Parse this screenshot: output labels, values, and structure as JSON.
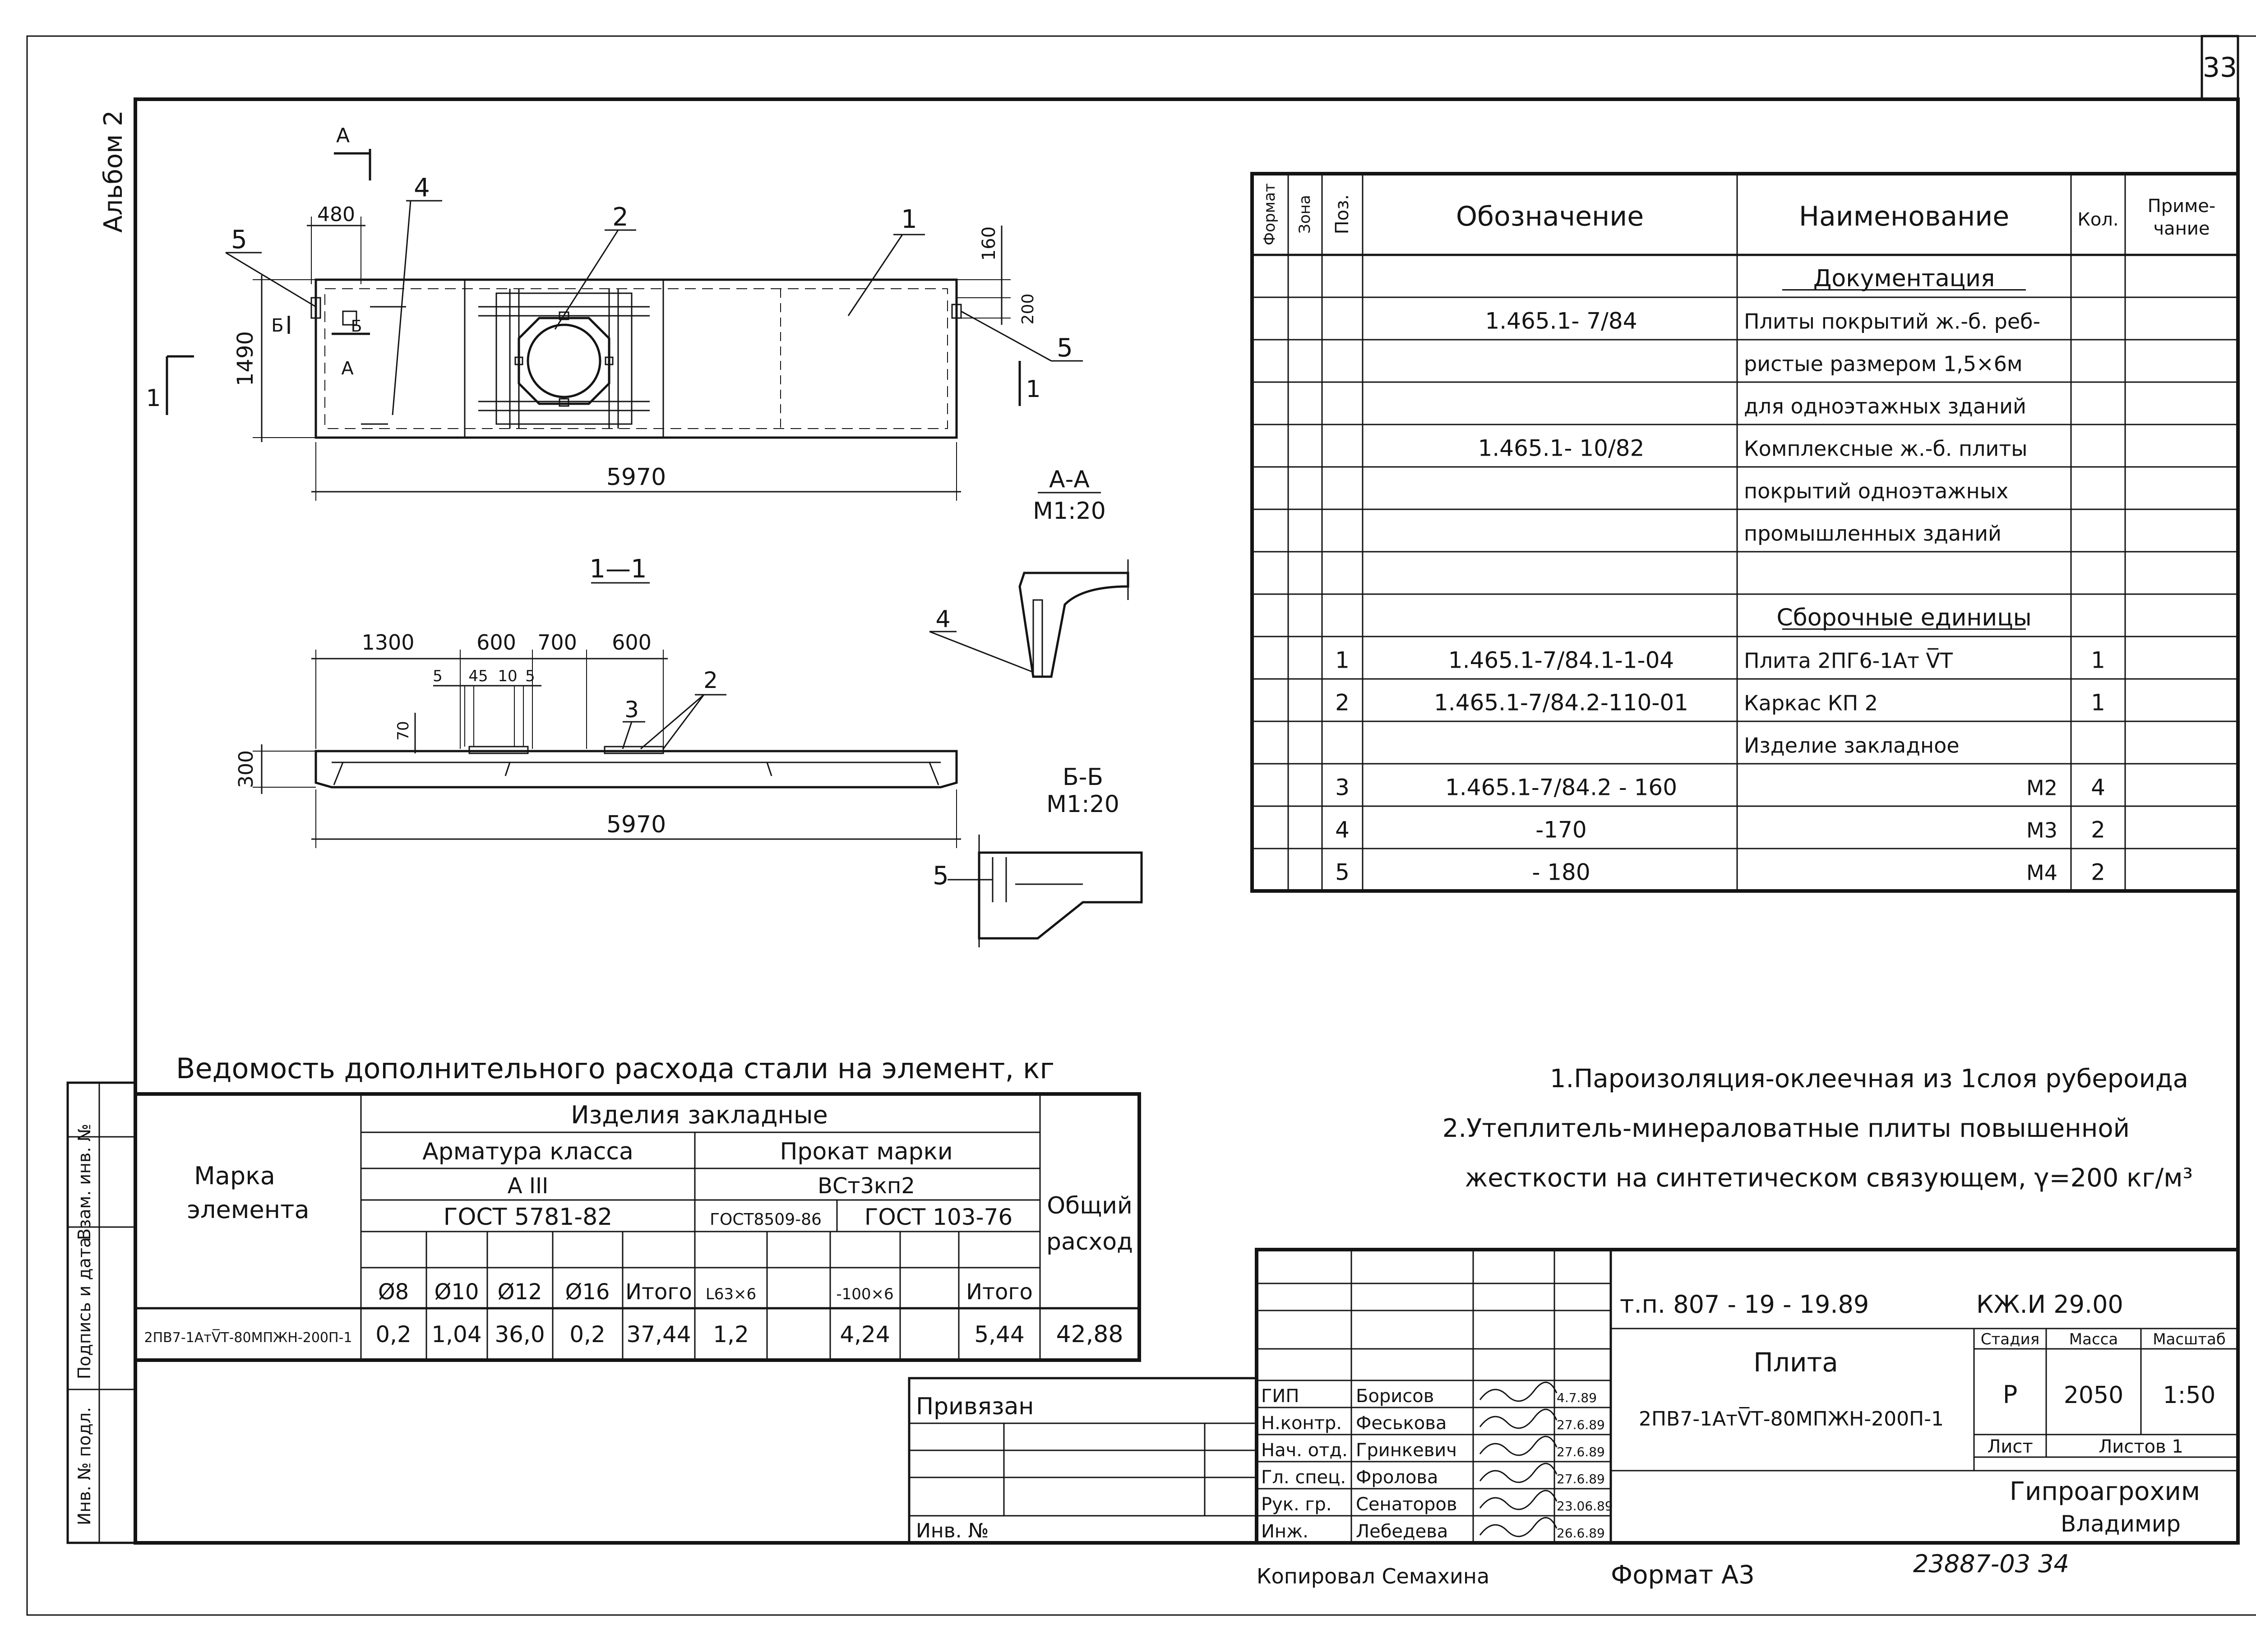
{
  "sheet": {
    "number": "33",
    "album": "Альбом 2",
    "side_stamp": [
      "Инв. № подл.",
      "Подпись и дата",
      "Взам. инв. №"
    ]
  },
  "drawings": {
    "plan": {
      "dim_480": "480",
      "dim_1490": "1490",
      "dim_160": "160",
      "dim_200": "200",
      "dim_5970": "5970",
      "pos_1": "1",
      "pos_2": "2",
      "pos_4": "4",
      "pos_5a": "5",
      "pos_5b": "5",
      "cut_a_top": "А",
      "cut_a_bottom": "А",
      "cut_b": "Б",
      "cut_b2": "Б",
      "cut_1_left": "1",
      "cut_1_right": "1"
    },
    "section_1_1": {
      "title": "1—1",
      "dim_1300": "1300",
      "dim_600a": "600",
      "dim_700": "700",
      "dim_600b": "600",
      "dim_5a": "5",
      "dim_45": "45",
      "dim_10": "10",
      "dim_5b": "5",
      "dim_70": "70",
      "dim_300": "300",
      "dim_5970": "5970",
      "pos_2": "2",
      "pos_3": "3"
    },
    "section_a_a": {
      "title": "А-А",
      "scale": "М1:20",
      "pos_4": "4"
    },
    "section_b_b": {
      "title": "Б-Б",
      "scale": "М1:20",
      "pos_5": "5"
    }
  },
  "spec_table": {
    "headers": {
      "format": "Формат",
      "zone": "Зона",
      "pos": "Поз.",
      "designation": "Обозначение",
      "name": "Наименование",
      "qty": "Кол.",
      "note_1": "Приме-",
      "note_2": "чание"
    },
    "rows": [
      {
        "pos": "",
        "designation": "",
        "name": "Документация",
        "qty": ""
      },
      {
        "pos": "",
        "designation": "1.465.1- 7/84",
        "name": "Плиты покрытий ж.-б. реб-",
        "qty": ""
      },
      {
        "pos": "",
        "designation": "",
        "name": "ристые размером 1,5×6м",
        "qty": ""
      },
      {
        "pos": "",
        "designation": "",
        "name": "для одноэтажных зданий",
        "qty": ""
      },
      {
        "pos": "",
        "designation": "1.465.1- 10/82",
        "name": "Комплексные ж.-б. плиты",
        "qty": ""
      },
      {
        "pos": "",
        "designation": "",
        "name": "покрытий одноэтажных",
        "qty": ""
      },
      {
        "pos": "",
        "designation": "",
        "name": "промышленных зданий",
        "qty": ""
      },
      {
        "pos": "",
        "designation": "",
        "name": "",
        "qty": ""
      },
      {
        "pos": "",
        "designation": "",
        "name": "Сборочные единицы",
        "qty": ""
      },
      {
        "pos": "1",
        "designation": "1.465.1-7/84.1-1-04",
        "name": "Плита 2ПГ6-1Ат V̅Т",
        "qty": "1"
      },
      {
        "pos": "2",
        "designation": "1.465.1-7/84.2-110-01",
        "name": "Каркас   КП 2",
        "qty": "1"
      },
      {
        "pos": "",
        "designation": "",
        "name": "Изделие закладное",
        "qty": ""
      },
      {
        "pos": "3",
        "designation": "1.465.1-7/84.2 - 160",
        "name": "М2",
        "qty": "4"
      },
      {
        "pos": "4",
        "designation": "-170",
        "name": "М3",
        "qty": "2"
      },
      {
        "pos": "5",
        "designation": "- 180",
        "name": "М4",
        "qty": "2"
      }
    ]
  },
  "notes": [
    "1.Пароизоляция-оклеечная из 1слоя рубероида",
    "2.Утеплитель-минераловатные плиты повышенной",
    "жесткости на синтетическом связующем, γ=200 кг/м³"
  ],
  "steel_table": {
    "title": "Ведомость дополнительного расхода стали на элемент, кг",
    "h_mark_1": "Марка",
    "h_mark_2": "элемента",
    "h_embedded": "Изделия закладные",
    "h_rebar": "Арматура класса",
    "h_rebar_class": "А III",
    "h_rebar_gost": "ГОСТ 5781-82",
    "h_rolled": "Прокат марки",
    "h_rolled_grade": "ВСт3кп2",
    "h_gost_8509": "ГОСТ8509-86",
    "h_gost_103": "ГОСТ 103-76",
    "h_total_1": "Общий",
    "h_total_2": "расход",
    "sub_cols": [
      "Ø8",
      "Ø10",
      "Ø12",
      "Ø16",
      "Итого",
      "L63×6",
      "",
      "-100×6",
      "",
      "Итого"
    ],
    "row": {
      "mark": "2ПВ7-1АтV̅Т-80МПЖН-200П-1",
      "values": [
        "0,2",
        "1,04",
        "36,0",
        "0,2",
        "37,44",
        "1,2",
        "",
        "4,24",
        "",
        "5,44"
      ],
      "total": "42,88"
    }
  },
  "binding_box": {
    "label": "Привязан",
    "inv_label": "Инв. №"
  },
  "title_block": {
    "doc_code": "т.п. 807 - 19 - 19.89",
    "sheet_code": "КЖ.И 29.00",
    "item_title": "Плита",
    "item_mark": "2ПВ7-1АтV̅Т-80МПЖН-200П-1",
    "stage_label": "Стадия",
    "mass_label": "Масса",
    "scale_label": "Масштаб",
    "stage": "Р",
    "mass": "2050",
    "scale": "1:50",
    "sheet_label": "Лист",
    "sheets_label": "Листов 1",
    "org_1": "Гипроагрохим",
    "org_2": "Владимир",
    "roles": [
      {
        "role": "ГИП",
        "name": "Борисов",
        "date": "4.7.89"
      },
      {
        "role": "Н.контр.",
        "name": "Феськова",
        "date": "27.6.89"
      },
      {
        "role": "Нач. отд.",
        "name": "Гринкевич",
        "date": "27.6.89"
      },
      {
        "role": "Гл. спец.",
        "name": "Фролова",
        "date": "27.6.89"
      },
      {
        "role": "Рук. гр.",
        "name": "Сенаторов",
        "date": "23.06.89"
      },
      {
        "role": "Инж.",
        "name": "Лебедева",
        "date": "26.6.89"
      }
    ]
  },
  "footer": {
    "copied": "Копировал Семахина",
    "format": "Формат А3",
    "archive": "23887-03 34"
  }
}
